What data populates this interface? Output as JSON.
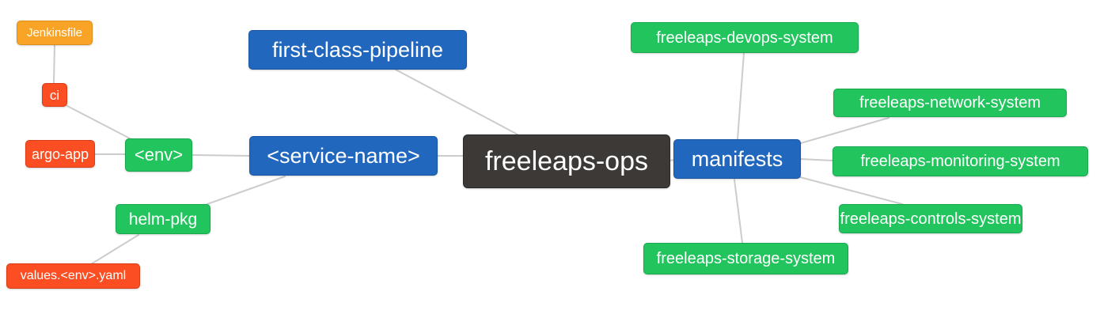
{
  "canvas": {
    "background": "#ffffff",
    "edge_color": "#cccccc",
    "text_color": "#ffffff"
  },
  "palette": {
    "root": "#3d3936",
    "branch_blue": "#2167be",
    "child_green": "#21c45d",
    "leaf_red": "#fb4e22",
    "leaf_orange": "#f9a427"
  },
  "mindmap": {
    "nodes": {
      "freeleaps_ops": {
        "label": "freeleaps-ops"
      },
      "first_class_pipeline": {
        "label": "first-class-pipeline"
      },
      "service_name": {
        "label": "<service-name>"
      },
      "manifests": {
        "label": "manifests"
      },
      "env": {
        "label": "<env>"
      },
      "helm_pkg": {
        "label": "helm-pkg"
      },
      "ci": {
        "label": "ci"
      },
      "argo_app": {
        "label": "argo-app"
      },
      "jenkinsfile": {
        "label": "Jenkinsfile"
      },
      "values_env_yaml": {
        "label": "values.<env>.yaml"
      },
      "devops_system": {
        "label": "freeleaps-devops-system"
      },
      "network_system": {
        "label": "freeleaps-network-system"
      },
      "monitoring_system": {
        "label": "freeleaps-monitoring-system"
      },
      "controls_system": {
        "label": "freeleaps-controls-system"
      },
      "storage_system": {
        "label": "freeleaps-storage-system"
      }
    },
    "edges": [
      [
        "freeleaps_ops",
        "first_class_pipeline"
      ],
      [
        "freeleaps_ops",
        "service_name"
      ],
      [
        "freeleaps_ops",
        "manifests"
      ],
      [
        "service_name",
        "env"
      ],
      [
        "service_name",
        "helm_pkg"
      ],
      [
        "env",
        "ci"
      ],
      [
        "env",
        "argo_app"
      ],
      [
        "ci",
        "jenkinsfile"
      ],
      [
        "helm_pkg",
        "values_env_yaml"
      ],
      [
        "manifests",
        "devops_system"
      ],
      [
        "manifests",
        "network_system"
      ],
      [
        "manifests",
        "monitoring_system"
      ],
      [
        "manifests",
        "controls_system"
      ],
      [
        "manifests",
        "storage_system"
      ]
    ]
  }
}
